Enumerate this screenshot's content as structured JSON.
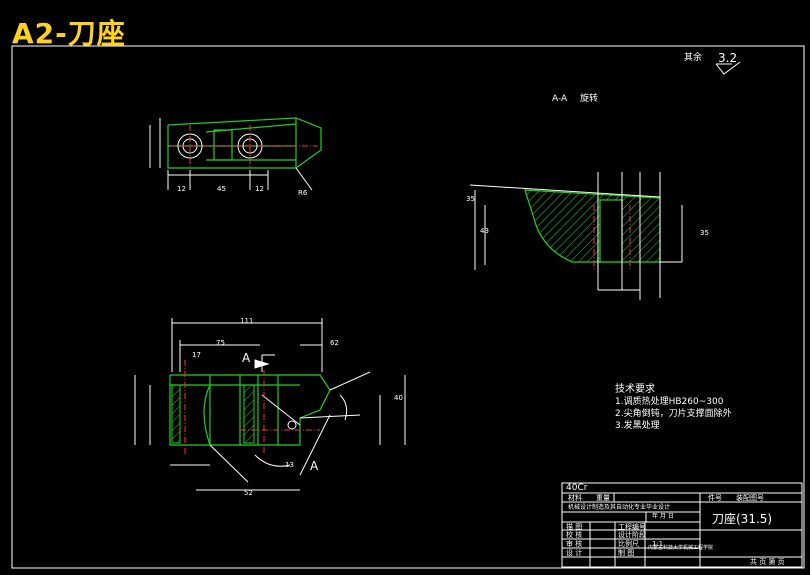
{
  "drawing": {
    "title": "A2-刀座",
    "surface_note_label": "其余",
    "surface_note_value": "3.2",
    "section_label": "A-A",
    "section_note": "旋转",
    "tech_req_title": "技术要求",
    "tech_req_items": [
      "1.调质热处理HB260~300",
      "2.尖角倒钝，刀片支撑面除外",
      "3.发黑处理"
    ],
    "view_marker": "A"
  },
  "dimensions": {
    "top_view": [
      "12",
      "45",
      "12",
      "R6"
    ],
    "bottom_view": [
      "111",
      "75",
      "62",
      "17",
      "40",
      "13",
      "52"
    ],
    "section_view": [
      "35",
      "43",
      "35"
    ]
  },
  "title_block": {
    "material": "40Cr",
    "headers": [
      "材料",
      "重量",
      "件号",
      "装配图号"
    ],
    "school_line": "机械设计制造及其自动化专业毕业设计",
    "date_label": "年 月 日",
    "part_name": "刀座(31.5)",
    "rows": [
      {
        "role": "描 图",
        "field": "工程编号"
      },
      {
        "role": "校 核",
        "field": "设计阶段"
      },
      {
        "role": "审 核",
        "field": "比例尺",
        "value": "1:1"
      },
      {
        "role": "设 计",
        "field": "制 图"
      }
    ],
    "institution": "内蒙古科技大学机械工程学院",
    "sheets_label": "共 页 第 页"
  }
}
